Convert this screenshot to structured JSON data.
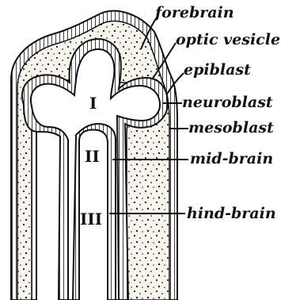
{
  "labels": {
    "forebrain": "forebrain",
    "optic_vesicle": "optic vesicle",
    "epiblast": "epiblast",
    "neuroblast": "neuroblast",
    "mesoblast": "mesoblast",
    "mid_brain": "mid-brain",
    "hind_brain": "hind-brain"
  },
  "regions": {
    "forebrain_numeral": "I",
    "midbrain_numeral": "II",
    "hindbrain_numeral": "III"
  },
  "colors": {
    "ink": "#111111",
    "background": "#ffffff",
    "tissue": "#f7f4ee"
  }
}
